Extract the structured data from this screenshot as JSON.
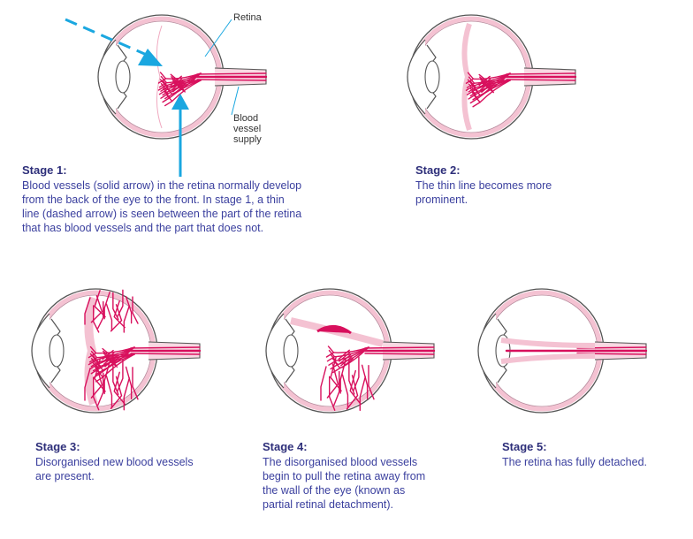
{
  "labels": {
    "retina": "Retina",
    "blood_vessel_supply": [
      "Blood",
      "vessel",
      "supply"
    ]
  },
  "stages": [
    {
      "title": "Stage 1:",
      "lines": [
        "Blood vessels (solid arrow) in the retina normally develop",
        "from the back of the eye to the front. In stage 1, a thin",
        "line (dashed arrow) is seen between the part of the retina",
        "that has blood vessels and the part that does not."
      ]
    },
    {
      "title": "Stage 2:",
      "lines": [
        "The thin line becomes more",
        "prominent."
      ]
    },
    {
      "title": "Stage 3:",
      "lines": [
        "Disorganised new blood vessels",
        "are present."
      ]
    },
    {
      "title": "Stage 4:",
      "lines": [
        "The disorganised blood vessels",
        "begin to pull the retina away from",
        "the wall of the eye (known as",
        "partial retinal detachment)."
      ]
    },
    {
      "title": "Stage 5:",
      "lines": [
        "The retina has fully detached."
      ]
    }
  ],
  "colors": {
    "text": "#3a3f9e",
    "title": "#2e2f7a",
    "vessel": "#d8105d",
    "retina_pink": "#f4c2d2",
    "eye_outline": "#555555",
    "arrow": "#1aa7e0"
  }
}
